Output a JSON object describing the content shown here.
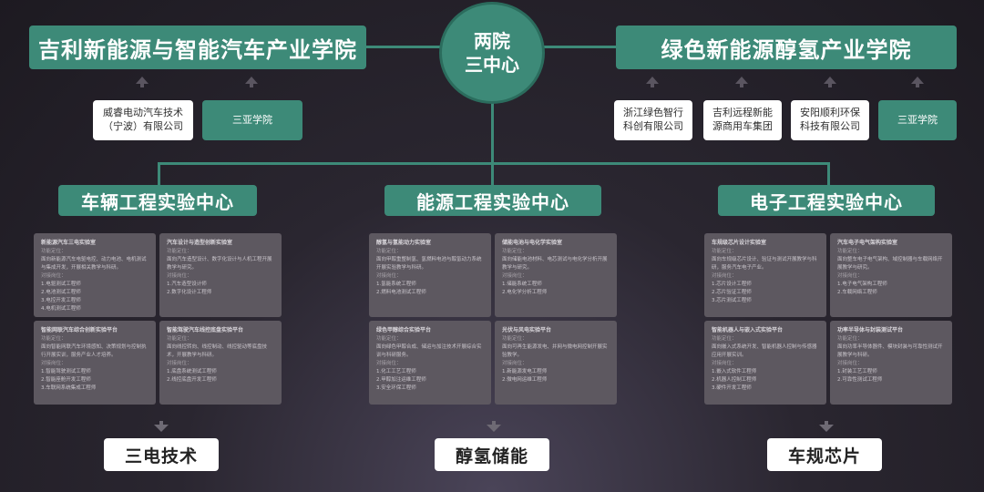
{
  "center": {
    "line1": "两院",
    "line2": "三中心"
  },
  "left_college": {
    "title": "吉利新能源与智能汽车产业学院",
    "partners": [
      "威睿电动汽车技术\n（宁波）有限公司",
      "三亚学院"
    ]
  },
  "right_college": {
    "title": "绿色新能源醇氢产业学院",
    "partners": [
      "浙江绿色智行\n科创有限公司",
      "吉利远程新能\n源商用车集团",
      "安阳顺利环保\n科技有限公司",
      "三亚学院"
    ]
  },
  "centers": [
    {
      "title": "车辆工程实验中心",
      "tech": "三电技术",
      "labs": [
        {
          "name": "新能源汽车三电实验室",
          "h1": "功能定位：",
          "t1": "面向新能源汽车电驱电控、动力电池、电机测试与集成开发，开展相关教学与科研。",
          "h2": "对接岗位：",
          "items": [
            "1.电驱测试工程师",
            "2.电池测试工程师",
            "3.电控开发工程师",
            "4.电机测试工程师"
          ]
        },
        {
          "name": "汽车设计与造型创新实验室",
          "h1": "功能定位：",
          "t1": "面向汽车造型设计、数字化设计与人机工程开展教学与研究。",
          "h2": "对接岗位：",
          "items": [
            "1.汽车造型设计师",
            "2.数字化设计工程师"
          ]
        },
        {
          "name": "智能网联汽车综合创新实验平台",
          "h1": "功能定位：",
          "t1": "面向智能网联汽车环境感知、决策规划与控制执行开展实训，服务产业人才培养。",
          "h2": "对接岗位：",
          "items": [
            "1.智能驾驶测试工程师",
            "2.智能座舱开发工程师",
            "3.车联网系统集成工程师"
          ]
        },
        {
          "name": "智能驾驶汽车线控底盘实验平台",
          "h1": "功能定位：",
          "t1": "面向线控转向、线控制动、线控驱动等底盘技术，开展教学与科研。",
          "h2": "对接岗位：",
          "items": [
            "1.底盘系统测试工程师",
            "2.线控底盘开发工程师"
          ]
        }
      ]
    },
    {
      "title": "能源工程实验中心",
      "tech": "醇氢储能",
      "labs": [
        {
          "name": "醇氢与氢能动力实验室",
          "h1": "功能定位：",
          "t1": "面向甲醇重整制氢、氢燃料电池与醇氢动力系统开展实验教学与科研。",
          "h2": "对接岗位：",
          "items": [
            "1.氢能系统工程师",
            "2.燃料电池测试工程师"
          ]
        },
        {
          "name": "储能电池与电化学实验室",
          "h1": "功能定位：",
          "t1": "面向储能电池材料、电芯测试与电化学分析开展教学与研究。",
          "h2": "对接岗位：",
          "items": [
            "1.储能系统工程师",
            "2.电化学分析工程师"
          ]
        },
        {
          "name": "绿色甲醇综合实验平台",
          "h1": "功能定位：",
          "t1": "面向绿色甲醇合成、储运与加注技术开展综合实训与科研服务。",
          "h2": "对接岗位：",
          "items": [
            "1.化工工艺工程师",
            "2.甲醇加注运维工程师",
            "3.安全环保工程师"
          ]
        },
        {
          "name": "光伏与风电实验平台",
          "h1": "功能定位：",
          "t1": "面向可再生能源发电、并网与微电网控制开展实验教学。",
          "h2": "对接岗位：",
          "items": [
            "1.新能源发电工程师",
            "2.微电网运维工程师"
          ]
        }
      ]
    },
    {
      "title": "电子工程实验中心",
      "tech": "车规芯片",
      "labs": [
        {
          "name": "车规级芯片设计实验室",
          "h1": "功能定位：",
          "t1": "面向车规级芯片设计、验证与测试开展教学与科研，服务汽车电子产业。",
          "h2": "对接岗位：",
          "items": [
            "1.芯片设计工程师",
            "2.芯片验证工程师",
            "3.芯片测试工程师"
          ]
        },
        {
          "name": "汽车电子电气架构实验室",
          "h1": "功能定位：",
          "t1": "面向整车电子电气架构、域控制器与车载网络开展教学与研究。",
          "h2": "对接岗位：",
          "items": [
            "1.电子电气架构工程师",
            "2.车载网络工程师"
          ]
        },
        {
          "name": "智能机器人与嵌入式实验平台",
          "h1": "功能定位：",
          "t1": "面向嵌入式系统开发、智能机器人控制与传感器应用开展实训。",
          "h2": "对接岗位：",
          "items": [
            "1.嵌入式软件工程师",
            "2.机器人控制工程师",
            "3.硬件开发工程师"
          ]
        },
        {
          "name": "功率半导体与封装测试平台",
          "h1": "功能定位：",
          "t1": "面向功率半导体器件、模块封装与可靠性测试开展教学与科研。",
          "h2": "对接岗位：",
          "items": [
            "1.封装工艺工程师",
            "2.可靠性测试工程师"
          ]
        }
      ]
    }
  ]
}
